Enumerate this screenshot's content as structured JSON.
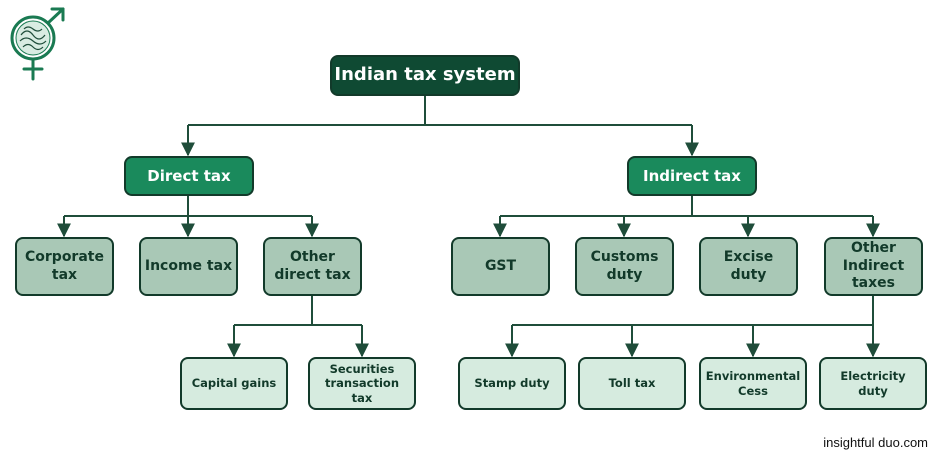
{
  "diagram": {
    "root": "Indian tax system",
    "direct": {
      "label": "Direct tax",
      "children": [
        "Corporate\ntax",
        "Income tax",
        "Other\ndirect tax"
      ],
      "other_children": [
        "Capital gains",
        "Securities\ntransaction\ntax"
      ]
    },
    "indirect": {
      "label": "Indirect tax",
      "children": [
        "GST",
        "Customs\nduty",
        "Excise\nduty",
        "Other\nIndirect\ntaxes"
      ],
      "other_children": [
        "Stamp duty",
        "Toll tax",
        "Environmental\nCess",
        "Electricity\nduty"
      ]
    }
  },
  "watermark": "insightful duo.com",
  "colors": {
    "root_fill": "#0f4a33",
    "level1_fill": "#1a8a5c",
    "level2_fill": "#a9c8b6",
    "level3_fill": "#d6ebdf",
    "line": "#1f4d3a"
  },
  "logo": {
    "icon": "gender-symbol-icon"
  }
}
